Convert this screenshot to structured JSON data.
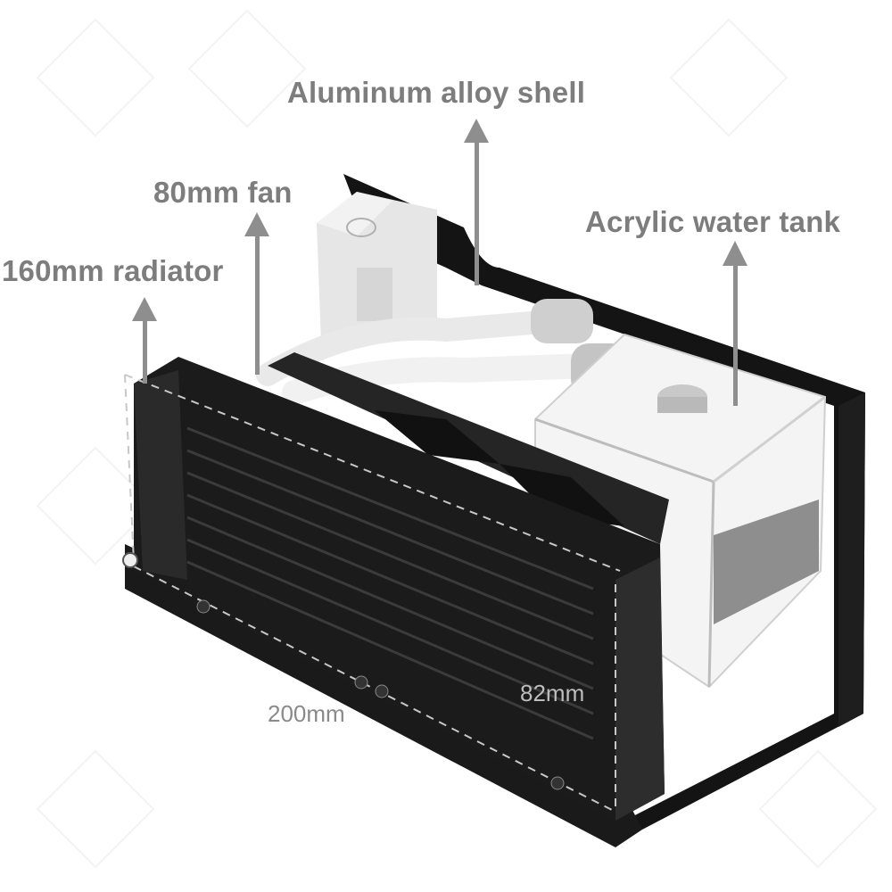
{
  "image": {
    "subject": "External water cooling unit with radiator, fans, tubing and acrylic reservoir in black frame",
    "background_color": "#ffffff",
    "label_color": "#7d7d7d",
    "frame_color": "#141414"
  },
  "annotations": [
    {
      "id": "shell",
      "text": "Aluminum alloy shell",
      "arrow": "up-arrow"
    },
    {
      "id": "fan",
      "text": "80mm fan",
      "arrow": "up-arrow"
    },
    {
      "id": "radiator",
      "text": "160mm radiator",
      "arrow": "up-arrow"
    },
    {
      "id": "tank",
      "text": "Acrylic water tank",
      "arrow": "up-arrow"
    }
  ],
  "dimensions": {
    "width": "200mm",
    "height": "82mm"
  }
}
